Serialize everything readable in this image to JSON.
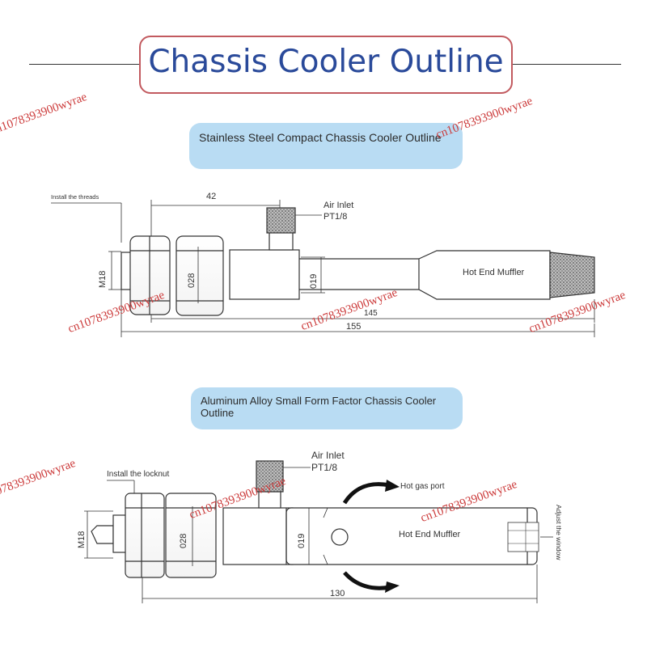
{
  "title": "Chassis Cooler Outline",
  "watermark": "cn1078393900wyrae",
  "colors": {
    "title_text": "#2a4a9a",
    "title_border": "#c25a5f",
    "label_bg": "#b9dcf3",
    "watermark": "#cc3b3b"
  },
  "steel": {
    "heading": "Stainless Steel Compact Chassis Cooler Outline",
    "install_note": "Install the threads",
    "air_inlet": "Air Inlet",
    "inlet_thread": "PT1/8",
    "muffler": "Hot End Muffler",
    "dims": {
      "d42": "42",
      "m18": "M18",
      "d28": "028",
      "d19": "019",
      "d145": "145",
      "d155": "155"
    }
  },
  "aluminum": {
    "heading_line1": "Aluminum Alloy Small Form Factor Chassis Cooler",
    "heading_line2": "Outline",
    "install_note": "Install the locknut",
    "air_inlet": "Air Inlet",
    "inlet_thread": "PT1/8",
    "hot_gas": "Hot gas port",
    "muffler": "Hot End Muffler",
    "adjust": "Adjust the window",
    "dims": {
      "m18": "M18",
      "d28": "028",
      "d19": "019",
      "d130": "130"
    }
  }
}
